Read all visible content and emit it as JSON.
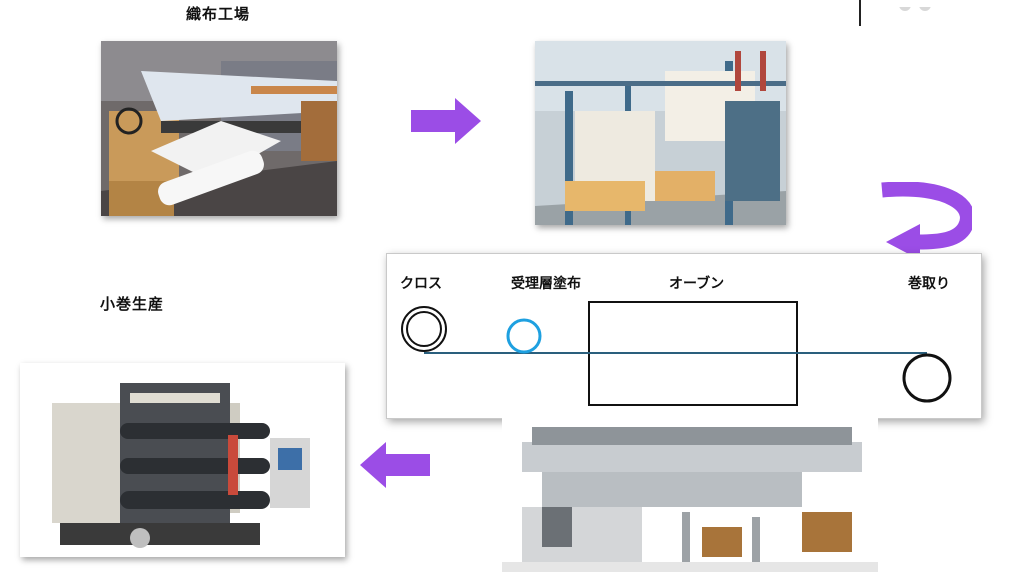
{
  "labels": {
    "weaving_factory": "織布工場",
    "small_roll_production": "小巻生産"
  },
  "process": {
    "cloth": "クロス",
    "receiving_layer_coating": "受理層塗布",
    "oven": "オーブン",
    "winding": "巻取り"
  },
  "colors": {
    "arrow": "#9b4de6",
    "coating_roller": "#1ea0e0",
    "web_line": "#2a5f7d"
  },
  "icons": {
    "right_arrow": "right-arrow-icon",
    "curved_arrow": "curved-arrow-icon",
    "left_arrow": "left-arrow-icon"
  }
}
